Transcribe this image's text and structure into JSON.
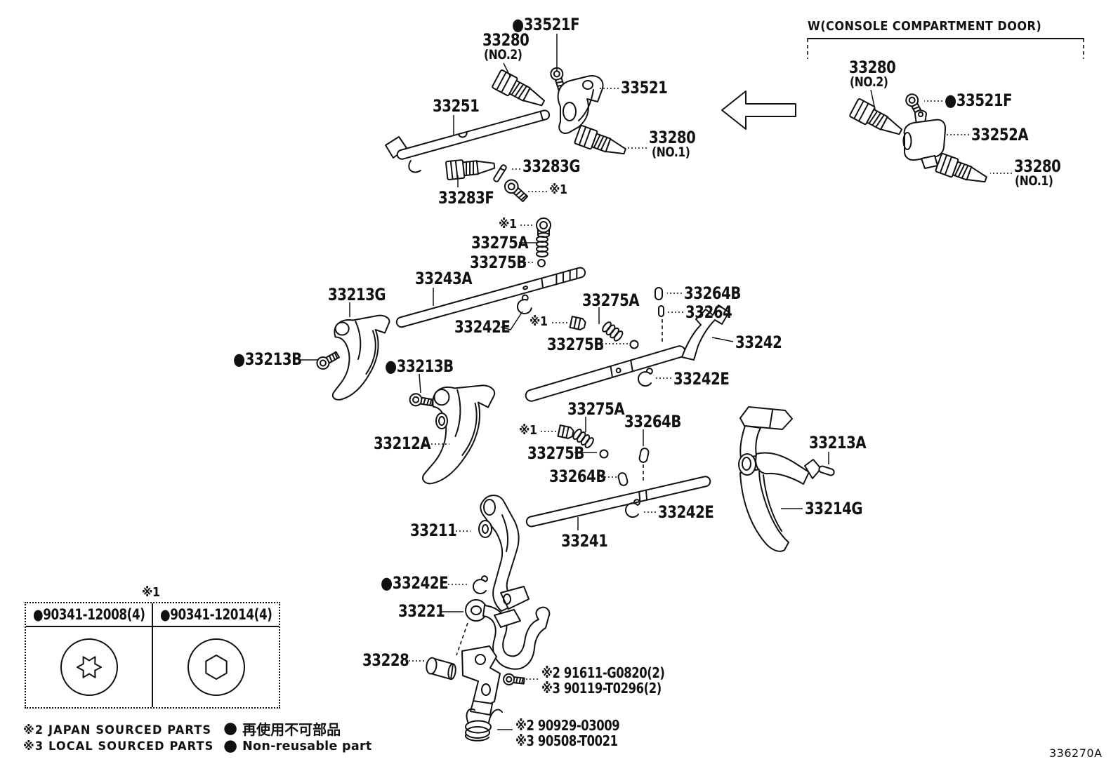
{
  "page": {
    "figure_code": "336270A",
    "ink_color": "#111111",
    "background": "#ffffff"
  },
  "callout": {
    "header": "W(CONSOLE COMPARTMENT DOOR)"
  },
  "labels": {
    "tl_33521f_bullet": "●33521F",
    "tl_33280_a": "33280",
    "tl_33280_a_sub": "(NO.2)",
    "tl_33521": "33521",
    "tl_33251": "33251",
    "tl_33280_b": "33280",
    "tl_33280_b_sub": "(NO.1)",
    "tl_33283g": "33283G",
    "tl_ref1": "※1",
    "tl_33283f": "33283F",
    "tr_33280_a": "33280",
    "tr_33280_a_sub": "(NO.2)",
    "tr_33521f_bullet": "●33521F",
    "tr_33252a": "33252A",
    "tr_33280_b": "33280",
    "tr_33280_b_sub": "(NO.1)",
    "mid_ref1_a": "※1",
    "mid_33275a_1": "33275A",
    "mid_33275b_1": "33275B",
    "mid_33243a": "33243A",
    "mid_33213g": "33213G",
    "mid_33242e_1": "33242E",
    "mid_ref1_b": "※1",
    "mid_33275a_2": "33275A",
    "mid_33275b_2": "33275B",
    "mid_33264b_1": "33264B",
    "mid_33264": "33264",
    "mid_33242": "33242",
    "mid_33242e_2": "33242E",
    "mid_33213b_1_bullet": "●33213B",
    "mid_33213b_2_bullet": "●33213B",
    "mid_33212a": "33212A",
    "mid_33275a_3": "33275A",
    "mid_ref1_c": "※1",
    "mid_33275b_3": "33275B",
    "mid_33264b_2": "33264B",
    "mid_33264b_3": "33264B",
    "mid_33211": "33211",
    "mid_33241": "33241",
    "mid_33242e_3": "33242E",
    "r_33213a": "33213A",
    "r_33214g": "33214G",
    "b_33242e_bullet": "●33242E",
    "b_33221": "33221",
    "b_33228": "33228",
    "b_ref2_91611": "※2 91611-G0820(2)",
    "b_ref3_90119": "※3 90119-T0296(2)",
    "b_ref2_90929": "※2 90929-03009",
    "b_ref3_90508": "※3 90508-T0021"
  },
  "ref_table": {
    "title": "※1",
    "cells": [
      {
        "part": "●90341-12008(4)",
        "socket": "torx-socket"
      },
      {
        "part": "●90341-12014(4)",
        "socket": "hex-socket"
      }
    ]
  },
  "legend": {
    "sourcing": [
      {
        "text": "※2 JAPAN SOURCED PARTS"
      },
      {
        "text": "※3 LOCAL SOURCED PARTS"
      }
    ],
    "notes": [
      {
        "marker": "●",
        "text": "再使用不可部品"
      },
      {
        "marker": "●",
        "text": "Non-reusable part"
      }
    ]
  }
}
